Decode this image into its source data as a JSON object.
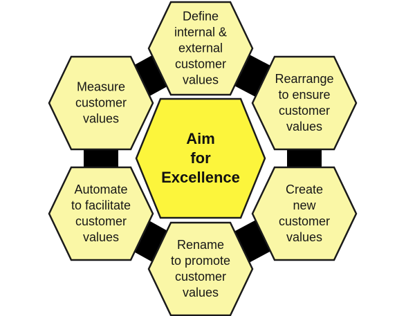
{
  "diagram": {
    "title": "Aim for Excellence hexagon cycle",
    "center": {
      "label": "Aim\nfor\nExcellence"
    },
    "nodes": [
      {
        "id": "define",
        "label": "Define\ninternal &\nexternal\ncustomer\nvalues"
      },
      {
        "id": "rearrange",
        "label": "Rearrange\nto ensure\ncustomer\nvalues"
      },
      {
        "id": "create",
        "label": "Create\nnew\ncustomer\nvalues"
      },
      {
        "id": "rename",
        "label": "Rename\nto promote\ncustomer\nvalues"
      },
      {
        "id": "automate",
        "label": "Automate\nto facilitate\ncustomer\nvalues"
      },
      {
        "id": "measure",
        "label": "Measure\ncustomer\nvalues"
      }
    ],
    "colors": {
      "outer_fill": "#FAF7A6",
      "center_fill": "#FCF53C",
      "border": "#1A1A1A",
      "connector": "#000000",
      "background": "#FFFFFF"
    }
  }
}
